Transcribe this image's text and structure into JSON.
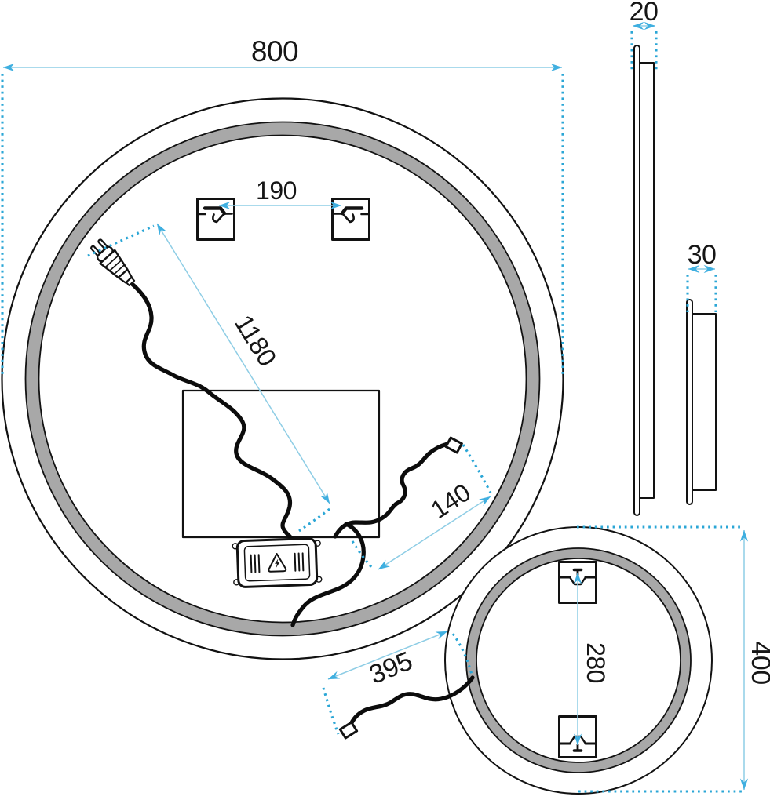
{
  "diagram": {
    "type": "technical-drawing",
    "subject": "round-led-mirror-installation-dimensions",
    "labels": {
      "diameter_front": "800",
      "bracket_spacing": "190",
      "cable_plug": "1180",
      "cable_sensor": "140",
      "depth_glass": "20",
      "depth_frame": "30",
      "diameter_back": "400",
      "bracket_spacing_back": "280",
      "cable_back": "395"
    },
    "icons": {
      "power-plug-icon": "eu-two-pin-plug outline",
      "controller-box-icon": "led-driver box with screws",
      "warning-triangle-icon": "triangle with lightning bolt",
      "mounting-bracket-icon": "square hanging bracket with keyhole slot",
      "connector-icon": "small square inline connector"
    },
    "colors": {
      "dimension_line": "#8ecde5",
      "extension_dots": "#2aa6d6",
      "arrow": "#3fafe0",
      "ring_gray": "#a8a8a8",
      "ink": "#121212"
    }
  }
}
